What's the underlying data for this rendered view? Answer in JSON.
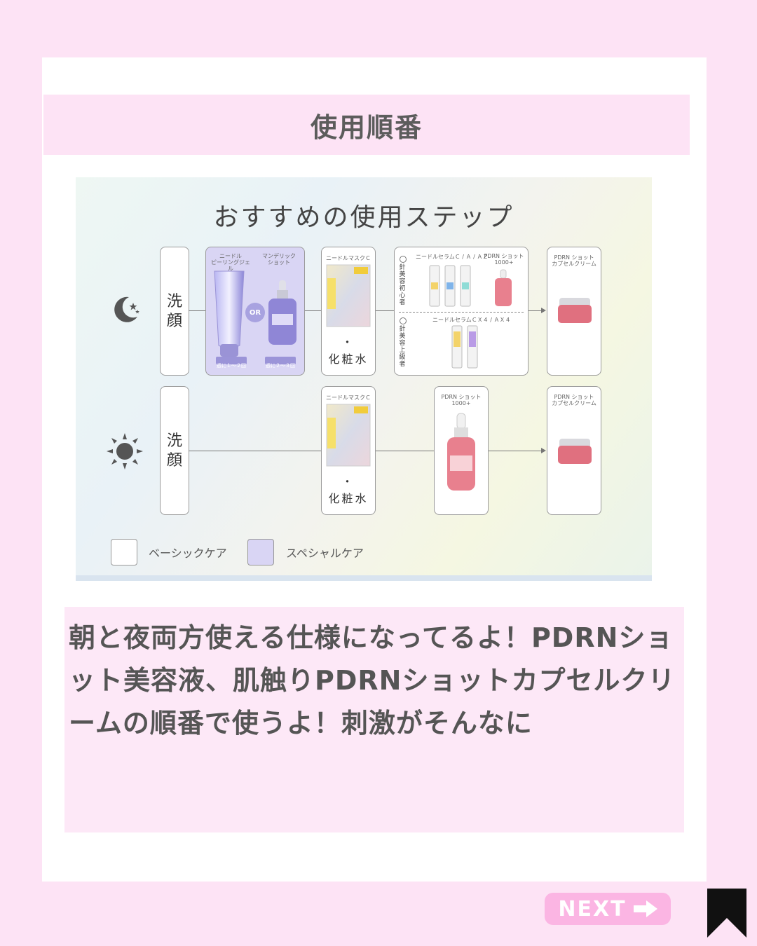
{
  "header": {
    "title": "使用順番"
  },
  "guide": {
    "title": "おすすめの使用ステップ",
    "wash_label": "洗顔",
    "or_label": "OR",
    "night": {
      "special_items": [
        {
          "label": "ニードル\nピーリングジェル",
          "freq": "週に１〜２回"
        },
        {
          "label": "マンデリック\nショット",
          "freq": "週に２〜３回"
        }
      ],
      "mask_label": "ニードルマスクＣ",
      "dot": "・",
      "toner_label": "化粧水",
      "beginner_tag": "針美容初心者",
      "beginner_serums": "ニードルセラムＣ / Ａ / ＡＺ",
      "beginner_shot": "PDRN ショット\n1000+",
      "advanced_tag": "針美容上級者",
      "advanced_serums": "ニードルセラムＣＸ４ / ＡＸ４",
      "cream_label": "PDRN ショット\nカプセルクリーム"
    },
    "day": {
      "mask_label": "ニードルマスクＣ",
      "dot": "・",
      "toner_label": "化粧水",
      "shot_label": "PDRN ショット\n1000+",
      "cream_label": "PDRN ショット\nカプセルクリーム"
    },
    "legend": [
      {
        "label": "ベーシックケア",
        "color": "#ffffff"
      },
      {
        "label": "スペシャルケア",
        "color": "#d9d5f4"
      }
    ]
  },
  "body_text": "朝と夜両方使える仕様になってるよ！PDRNショット美容液、肌触りPDRNショットカプセルクリームの順番で使うよ！刺激がそんなに",
  "next_button": {
    "label": "NEXT"
  },
  "colors": {
    "background": "#fde3f5",
    "panel": "#fde8f7",
    "accent": "#fbb5e3",
    "special": "#d9d5f4"
  }
}
